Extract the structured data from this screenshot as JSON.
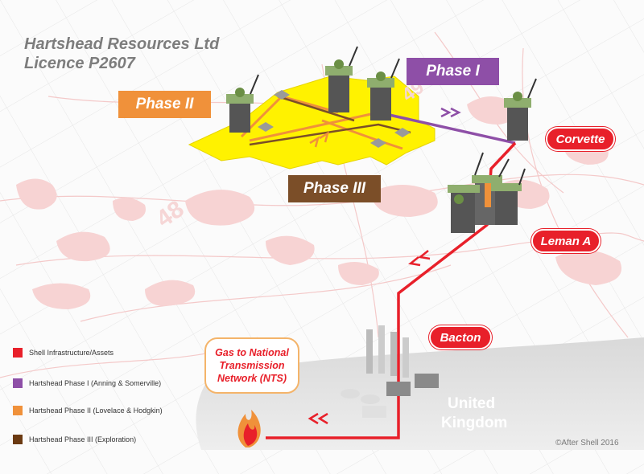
{
  "header": {
    "company": "Hartshead Resources Ltd",
    "licence": "Licence P2607"
  },
  "phases": {
    "phase1": {
      "label": "Phase I",
      "color": "#8e4fa7"
    },
    "phase2": {
      "label": "Phase II",
      "color": "#f0913a"
    },
    "phase3": {
      "label": "Phase III",
      "color": "#7b4e28"
    }
  },
  "locations": {
    "corvette": "Corvette",
    "leman_a": "Leman A",
    "bacton": "Bacton"
  },
  "nts_box": {
    "text": "Gas to National Transmission Network (NTS)"
  },
  "region": {
    "line1": "United",
    "line2": "Kingdom"
  },
  "block_numbers": {
    "a": "48",
    "b": "49"
  },
  "legend": [
    {
      "label": "Shell Infrastructure/Assets",
      "color": "#e8202a"
    },
    {
      "label": "Hartshead Phase I (Anning & Somerville)",
      "color": "#8e4fa7"
    },
    {
      "label": "Hartshead Phase II (Lovelace & Hodgkin)",
      "color": "#f0913a"
    },
    {
      "label": "Hartshead Phase III (Exploration)",
      "color": "#6b3a12"
    }
  ],
  "colors": {
    "licence_area": "#fff200",
    "pipeline_shell": "#e8202a",
    "field_blobs": "#f7d3d3",
    "land": "#e5e5e5"
  },
  "icons": {
    "platform": "offshore-platform-icon",
    "terminal": "gas-terminal-icon",
    "flame": "flame-icon"
  },
  "credit": "©After Shell 2016"
}
